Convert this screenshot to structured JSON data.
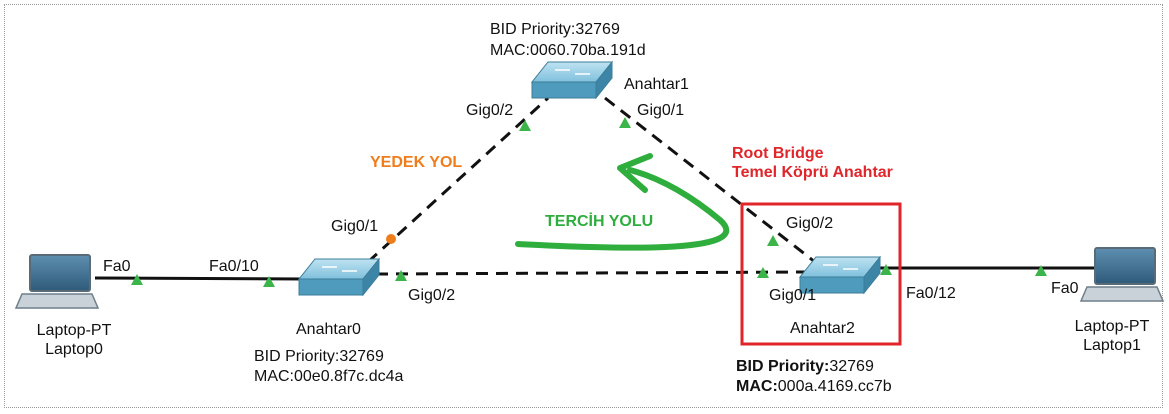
{
  "devices": {
    "anahtar1": {
      "name": "Anahtar1",
      "bid_label": "BID Priority:",
      "bid_value": "32769",
      "mac_label": "MAC:",
      "mac_value": "0060.70ba.191d"
    },
    "anahtar0": {
      "name": "Anahtar0",
      "bid_label": "BID Priority:",
      "bid_value": "32769",
      "mac_label": "MAC:",
      "mac_value": "00e0.8f7c.dc4a"
    },
    "anahtar2": {
      "name": "Anahtar2",
      "bid_label": "BID Priority:",
      "bid_value": "32769",
      "mac_label": "MAC:",
      "mac_value": "000a.4169.cc7b"
    },
    "laptop0": {
      "type": "Laptop-PT",
      "name": "Laptop0"
    },
    "laptop1": {
      "type": "Laptop-PT",
      "name": "Laptop1"
    }
  },
  "ports": {
    "laptop0_fa0": "Fa0",
    "a0_fa010": "Fa0/10",
    "a0_gig01": "Gig0/1",
    "a0_gig02": "Gig0/2",
    "a1_gig02": "Gig0/2",
    "a1_gig01": "Gig0/1",
    "a2_gig02": "Gig0/2",
    "a2_gig01": "Gig0/1",
    "a2_fa012": "Fa0/12",
    "laptop1_fa0": "Fa0"
  },
  "annotations": {
    "root_line1": "Root Bridge",
    "root_line2": "Temel Köprü Anahtar",
    "backup_path": "YEDEK YOL",
    "preferred_path": "TERCİH YOLU"
  },
  "colors": {
    "link": "#111111",
    "port_up": "#3bb54a",
    "port_blocked": "#f07d1b",
    "root_box": "#e0262a",
    "preferred_arrow": "#2fae3e",
    "switch_body": "#4f9bbd"
  }
}
